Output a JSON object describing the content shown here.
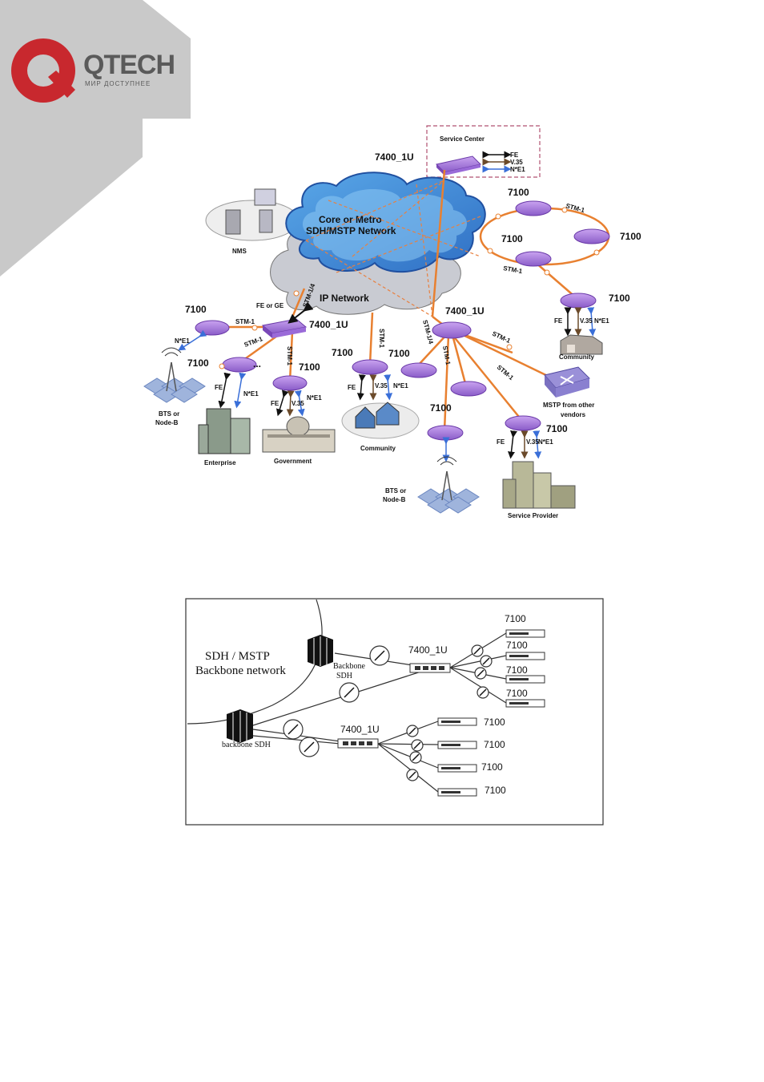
{
  "logo": {
    "name": "QTECH",
    "tagline": "МИР ДОСТУПНЕЕ",
    "brand_color": "#c8282e"
  },
  "diagram1": {
    "service_center": "Service Center",
    "legend": [
      "FE",
      "V.35",
      "N*E1"
    ],
    "core_cloud": "Core or Metro",
    "core_cloud_2": "SDH/MSTP Network",
    "ip_cloud": "IP Network",
    "nms": "NMS",
    "device_7400": "7400_1U",
    "device_7100": "7100",
    "stm1": "STM-1",
    "stm1_4": "STM-1/4",
    "fe_or_ge": "FE or GE",
    "fe": "FE",
    "v35": "V.35",
    "ne1": "N*E1",
    "nxe1": "N*E1",
    "bts1": "BTS or",
    "bts2": "Node-B",
    "enterprise": "Enterprise",
    "government": "Government",
    "community": "Community",
    "mstp_other_1": "MSTP from other",
    "mstp_other_2": "vendors",
    "service_provider": "Service Provider",
    "dots": "..."
  },
  "diagram2": {
    "backbone_network_1": "SDH / MSTP",
    "backbone_network_2": "Backbone network",
    "backbone_sdh_1": "Backbone",
    "backbone_sdh_2": "SDH",
    "backbone_sdh_lower": "backbone SDH",
    "device_7400": "7400_1U",
    "device_7100": "7100"
  }
}
